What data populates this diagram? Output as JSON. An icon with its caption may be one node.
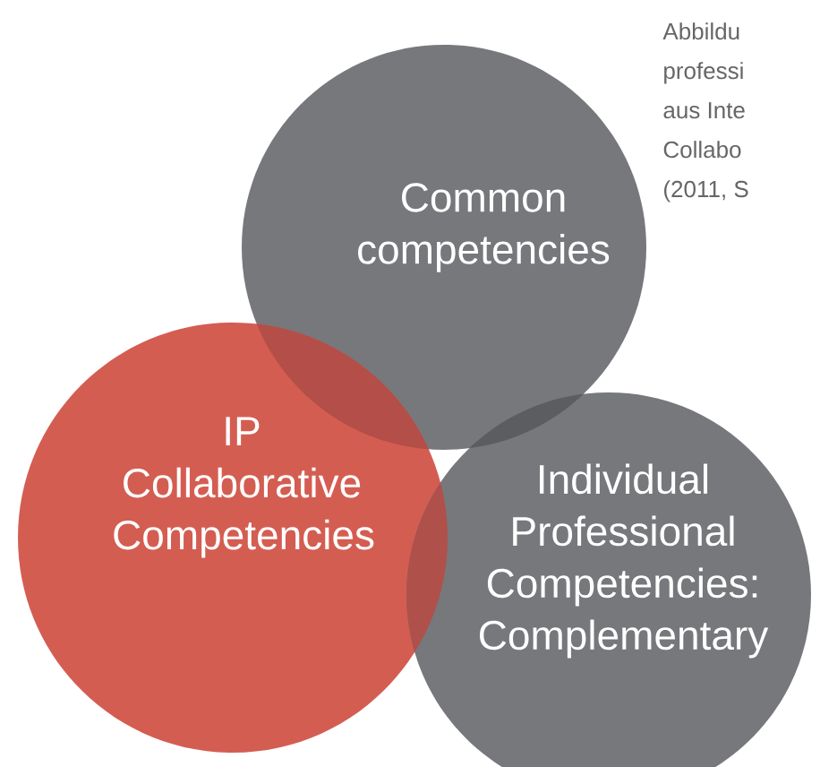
{
  "diagram": {
    "nodes": [
      {
        "text": [
          "Common competencies"
        ]
      },
      {
        "text": [
          "IP Collaborative Competencies"
        ]
      },
      {
        "text": [
          "Individual Professional Competencies: Complementary"
        ]
      }
    ],
    "labels": [
      "Abbildu",
      "professi",
      "aus Inte",
      "Collabo",
      "(2011, S"
    ]
  }
}
